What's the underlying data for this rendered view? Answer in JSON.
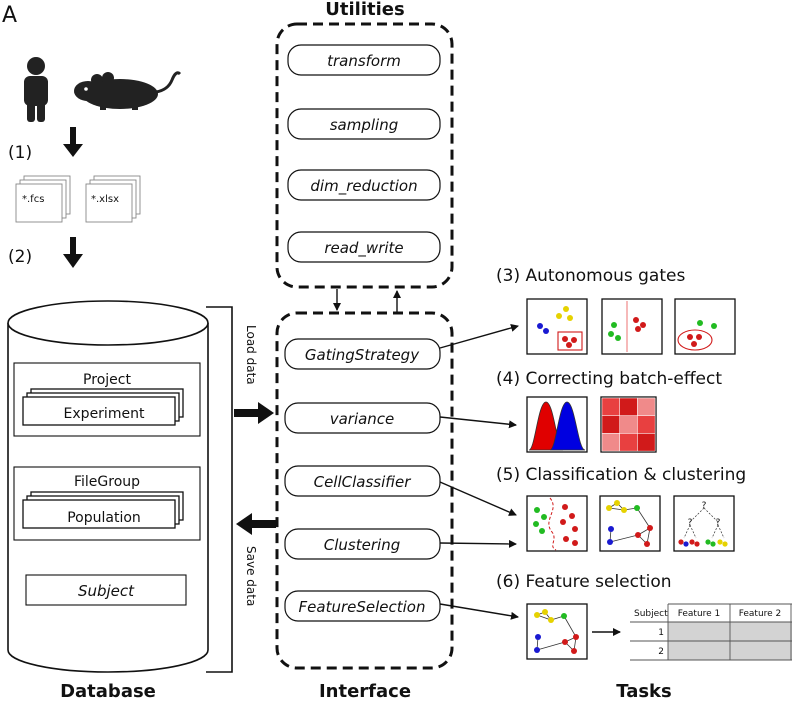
{
  "panel_letter": "A",
  "headers": {
    "utilities": "Utilities",
    "database": "Database",
    "interface": "Interface",
    "tasks": "Tasks"
  },
  "steps": {
    "step1": "(1)",
    "step2": "(2)"
  },
  "files": {
    "fcs": "*.fcs",
    "xlsx": "*.xlsx"
  },
  "utilities": [
    "transform",
    "sampling",
    "dim_reduction",
    "read_write"
  ],
  "interface": [
    "GatingStrategy",
    "variance",
    "CellClassifier",
    "Clustering",
    "FeatureSelection"
  ],
  "database": {
    "project": "Project",
    "experiment": "Experiment",
    "filegroup": "FileGroup",
    "population": "Population",
    "subject": "Subject"
  },
  "side_labels": {
    "load": "Load data",
    "save": "Save data"
  },
  "tasks": {
    "gates": "(3) Autonomous gates",
    "batch": "(4) Correcting batch-effect",
    "classification": "(5) Classification & clustering",
    "feature": "(6) Feature selection"
  },
  "feature_table": {
    "header": [
      "Subject",
      "Feature 1",
      "Feature 2"
    ],
    "rows": [
      "1",
      "2"
    ]
  },
  "tree_marks": {
    "q": "?"
  },
  "colors": {
    "red": "#d11a1a",
    "blue": "#1a1ad1",
    "green": "#22bb22",
    "yellow": "#e6d200",
    "pink": "#f08a8a",
    "grey": "#d3d3d3"
  }
}
